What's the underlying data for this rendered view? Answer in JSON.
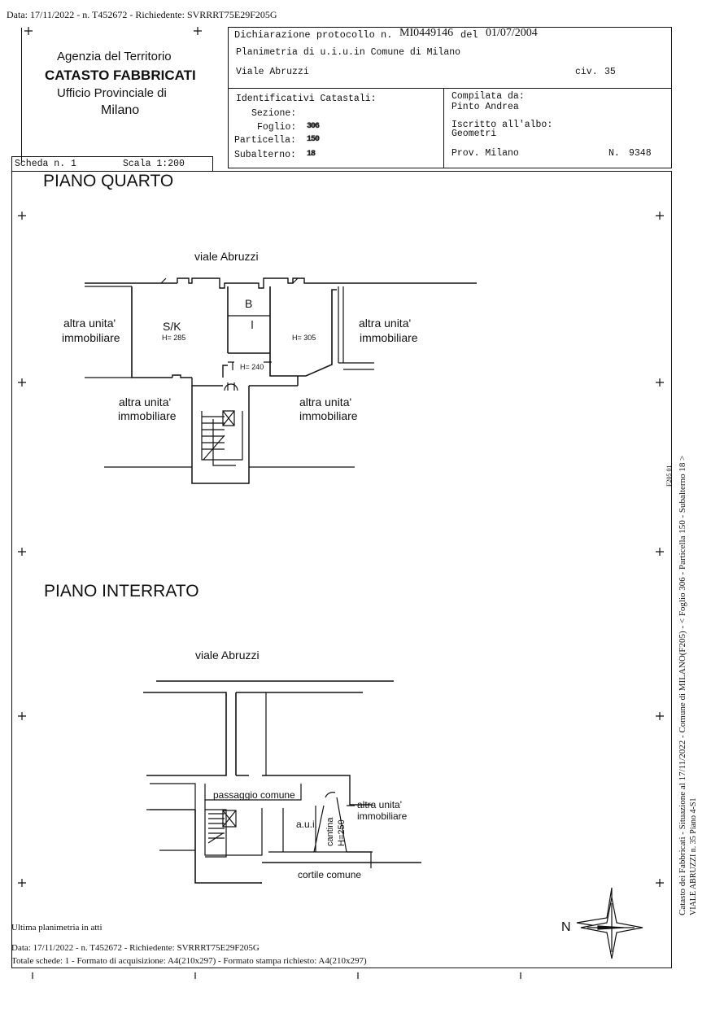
{
  "top_bar": {
    "text": "Data: 17/11/2022 - n. T452672 - Richiedente: SVRRRT75E29F205G"
  },
  "agency": {
    "name": "Agenzia del Territorio",
    "office": "CATASTO FABBRICATI",
    "subtitle": "Ufficio Provinciale di",
    "city": "Milano"
  },
  "declaration": {
    "protocol_label": "Dichiarazione protocollo n.",
    "protocol_number": "MI0449146",
    "date_label": "del",
    "date": "01/07/2004",
    "plan_text": "Planimetria di u.i.u.in Comune di Milano",
    "street": "Viale Abruzzi",
    "civ_label": "civ.",
    "civ": "35"
  },
  "identificativi": {
    "heading": "Identificativi Catastali:",
    "sezione_label": "Sezione:",
    "foglio_label": "Foglio:",
    "foglio_value": "306",
    "particella_label": "Particella:",
    "particella_value": "150",
    "subalterno_label": "Subalterno:",
    "subalterno_value": "18"
  },
  "compilata": {
    "label": "Compilata da:",
    "name": "Pinto Andrea",
    "albo_label": "Iscritto all'albo:",
    "albo": "Geometri",
    "prov": "Prov. Milano",
    "n_label": "N.",
    "n": "9348"
  },
  "scheda": {
    "label": "Scheda n. 1",
    "scale": "Scala 1:200"
  },
  "piano_quarto": {
    "title": "PIANO QUARTO",
    "street": "viale Abruzzi",
    "left_unit_line1": "altra unita'",
    "left_unit_line2": "immobiliare",
    "right_unit_line1": "altra unita'",
    "right_unit_line2": "immobiliare",
    "bottom_left_line1": "altra unita'",
    "bottom_left_line2": "immobiliare",
    "bottom_right_line1": "altra unita'",
    "bottom_right_line2": "immobiliare",
    "room_sk": "S/K",
    "room_sk_h": "H= 285",
    "room_b": "B",
    "room_right_h": "H= 305",
    "hall_h": "H= 240"
  },
  "piano_interrato": {
    "title": "PIANO INTERRATO",
    "street": "viale Abruzzi",
    "passage": "passaggio comune",
    "aui": "a.u.i.",
    "cantina": "cantina",
    "cantina_h": "H=250",
    "other_unit_line1": "altra unita'",
    "other_unit_line2": "immobiliare",
    "courtyard": "cortile comune"
  },
  "footer": {
    "last_plan": "Ultima planimetria in atti",
    "data_line": "Data: 17/11/2022 - n. T452672 - Richiedente: SVRRRT75E29F205G",
    "totals": "Totale schede: 1 - Formato di acquisizione: A4(210x297)  - Formato stampa richiesto: A4(210x297)"
  },
  "side_text": {
    "line1": "Catasto dei Fabbricati - Situazione al 17/11/2022 - Comune di MILANO(F205) - <  Foglio 306 - Particella 150 - Subalterno 18 >",
    "line2": "VIALE ABRUZZI n. 35 Piano 4-S1",
    "stamp": "F205 01"
  },
  "compass": {
    "label": "N"
  }
}
